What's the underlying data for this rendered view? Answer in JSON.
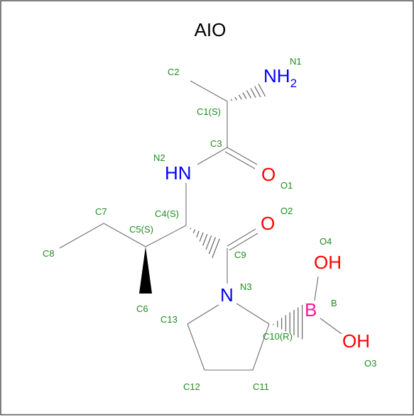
{
  "title": "AIO",
  "colors": {
    "bond": "#6e6e6e",
    "nitrogen": "#0000ff",
    "oxygen": "#ff0000",
    "boron": "#ff1493",
    "label": "#1f8c1f",
    "border": "#000000"
  },
  "atoms": {
    "nh2_main": "NH",
    "nh2_sub": "2",
    "hn": "HN",
    "n3": "N",
    "o1": "O",
    "o2": "O",
    "b": "B",
    "oh_top": "OH",
    "oh_bottom": "OH"
  },
  "labels": {
    "N1": "N1",
    "C2": "C2",
    "C1": "C1(S)",
    "C3": "C3",
    "N2": "N2",
    "O1": "O1",
    "O2": "O2",
    "C7": "C7",
    "C4": "C4(S)",
    "C5": "C5(S)",
    "C8": "C8",
    "C9": "C9",
    "O4": "O4",
    "N3": "N3",
    "C6": "C6",
    "B": "B",
    "C13": "C13",
    "C10": "C10(R)",
    "O3": "O3",
    "C12": "C12",
    "C11": "C11"
  }
}
